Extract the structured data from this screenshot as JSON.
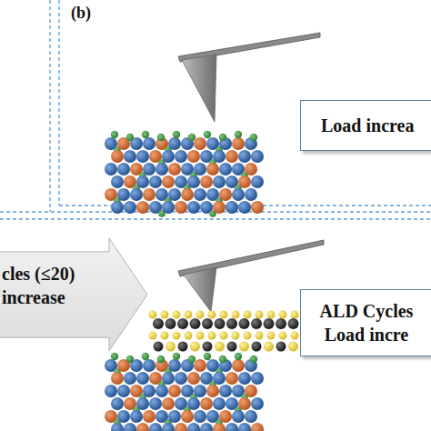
{
  "diagram": {
    "nodes": [
      {
        "text": [
          "Load increa"
        ]
      },
      {
        "text": [
          "cles (≤20) increase"
        ]
      },
      {
        "text": [
          "ALD Cycles Load incre"
        ]
      }
    ],
    "labels": [
      "(b)"
    ]
  }
}
